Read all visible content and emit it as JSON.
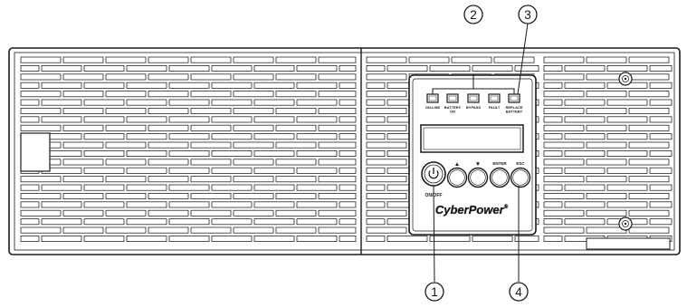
{
  "callouts": [
    {
      "number": "1"
    },
    {
      "number": "2"
    },
    {
      "number": "3"
    },
    {
      "number": "4"
    }
  ],
  "indicators": [
    {
      "label_line1": "ON-LINE",
      "label_line2": ""
    },
    {
      "label_line1": "BATTERY",
      "label_line2": "ON"
    },
    {
      "label_line1": "BYPASS",
      "label_line2": ""
    },
    {
      "label_line1": "FAULT",
      "label_line2": ""
    },
    {
      "label_line1": "REPLACE",
      "label_line2": "BATTERY"
    }
  ],
  "power_button": {
    "label": "ON/OFF"
  },
  "buttons": [
    {
      "label": "▲"
    },
    {
      "label": "▼"
    },
    {
      "label": "ENTER"
    },
    {
      "label": "ESC"
    }
  ],
  "brand": {
    "logo": "CyberPower",
    "mark": "®"
  },
  "colors": {
    "line": "#1a1a1a",
    "background": "#ffffff"
  }
}
